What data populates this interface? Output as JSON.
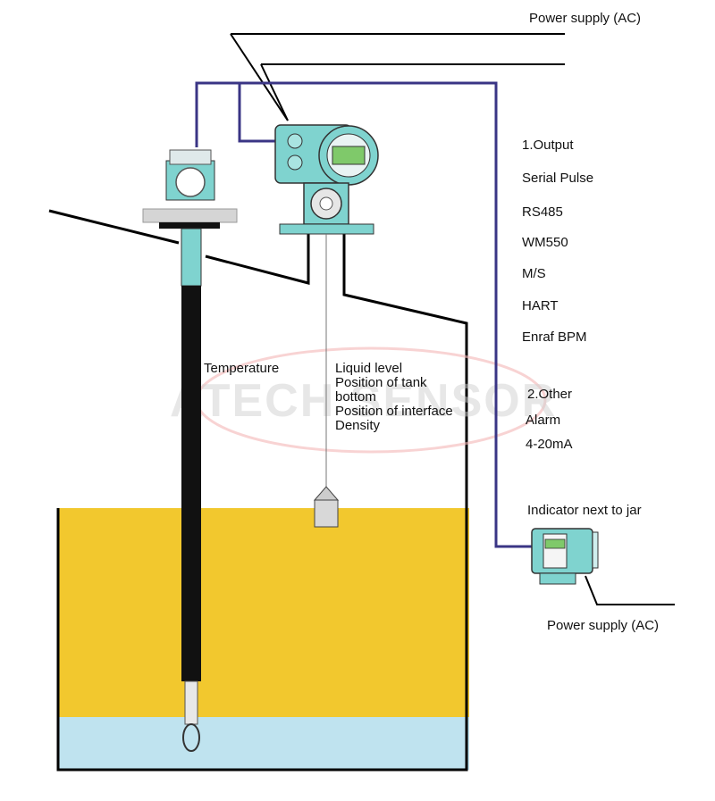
{
  "labels": {
    "power_supply_top": "Power supply (AC)",
    "power_supply_bottom": "Power supply (AC)",
    "indicator": "Indicator next to jar",
    "temperature": "Temperature",
    "measurements": [
      "Liquid level",
      "Position of tank",
      "bottom",
      "Position of interface",
      "Density"
    ]
  },
  "output": {
    "heading": "1.Output",
    "items": [
      "Serial Pulse",
      "RS485",
      "WM550",
      "M/S",
      "HART",
      "Enraf BPM"
    ]
  },
  "other": {
    "heading": "2.Other",
    "items": [
      "Alarm",
      "4-20mA"
    ]
  },
  "watermark": "ATECH SENSOR",
  "colors": {
    "device_teal": "#7fd3cf",
    "cable_purple": "#3a3585",
    "oil_yellow": "#f2c82e",
    "water_blue": "#bfe3ef",
    "probe_black": "#111111",
    "line_black": "#000000",
    "display_green": "#7fc96a"
  }
}
